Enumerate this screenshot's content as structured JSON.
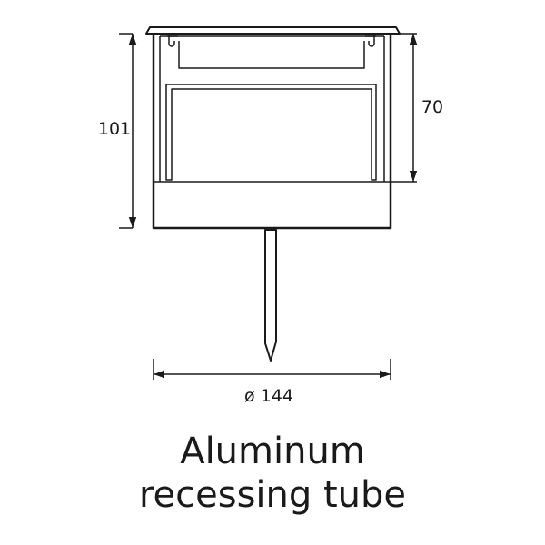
{
  "dimensions": {
    "height_total": "101",
    "height_inner": "70",
    "diameter": "ø 144"
  },
  "caption": {
    "line1": "Aluminum",
    "line2": "recessing tube"
  }
}
